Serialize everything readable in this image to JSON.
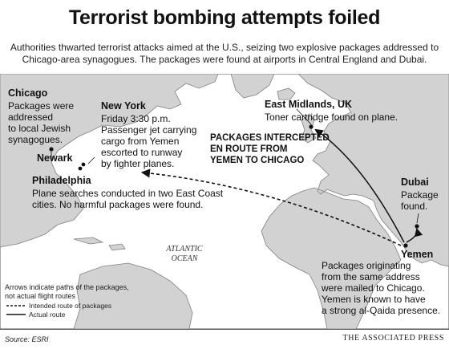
{
  "headline": "Terrorist bombing attempts foiled",
  "deck": "Authorities thwarted terrorist attacks aimed at the U.S., seizing two explosive packages addressed to Chicago-area synagogues. The packages were found at airports in Central England and Dubai.",
  "map": {
    "locations": {
      "chicago": {
        "name": "Chicago",
        "note": [
          "Packages were",
          "addressed",
          "to local Jewish",
          "synagogues."
        ]
      },
      "new_york": {
        "name": "New York",
        "note": [
          "Friday 3:30 p.m.",
          "Passenger jet carrying",
          "cargo from Yemen",
          "escorted to runway",
          "by fighter planes."
        ]
      },
      "newark": {
        "name": "Newark"
      },
      "philadelphia": {
        "name": "Philadelphia",
        "note": [
          "Plane searches conducted in two East Coast",
          "cities. No harmful packages were found."
        ]
      },
      "east_midlands": {
        "name": "East Midlands, UK",
        "note": "Toner cartridge found on plane."
      },
      "dubai": {
        "name": "Dubai",
        "note": [
          "Package",
          "found."
        ]
      },
      "yemen": {
        "name": "Yemen",
        "note": [
          "Packages originating",
          "from the same address",
          "were mailed to Chicago.",
          "Yemen is known to have",
          "a strong al-Qaida presence."
        ]
      }
    },
    "main_callout": [
      "PACKAGES INTERCEPTED",
      "EN ROUTE FROM",
      "YEMEN TO CHICAGO"
    ],
    "ocean_label": [
      "ATLANTIC",
      "OCEAN"
    ],
    "colors": {
      "ocean": "#ffffff",
      "land": "#d2d2d2",
      "coast": "#808080",
      "route": "#111111"
    }
  },
  "legend": {
    "note": [
      "Arrows indicate paths of the packages,",
      "not actual flight routes"
    ],
    "intended": "Intended route of packages",
    "actual": "Actual route"
  },
  "footer": {
    "source": "Source: ESRI",
    "credit": "THE ASSOCIATED PRESS"
  }
}
